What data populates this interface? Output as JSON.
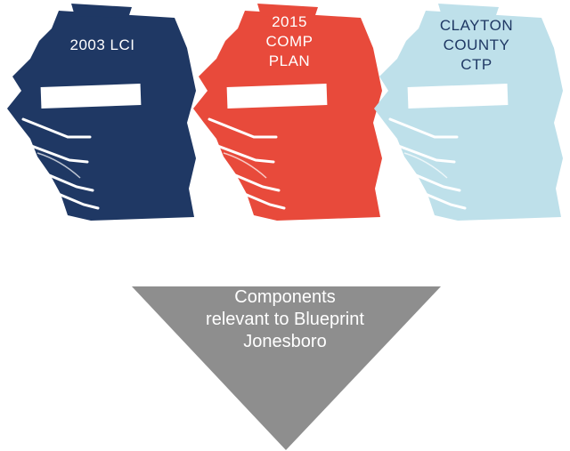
{
  "colors": {
    "book_1": "#1f3864",
    "book_2": "#e84a3b",
    "book_3": "#bee0ea",
    "book_1_text": "#ffffff",
    "book_2_text": "#ffffff",
    "book_3_text": "#1f3864",
    "arrow": "#8e8e8e",
    "arrow_text": "#ffffff"
  },
  "books": [
    {
      "label_lines": [
        "2003 LCI"
      ]
    },
    {
      "label_lines": [
        "2015",
        "COMP",
        "PLAN"
      ]
    },
    {
      "label_lines": [
        "CLAYTON",
        "COUNTY",
        "CTP"
      ]
    }
  ],
  "arrow": {
    "lines": [
      "Components",
      "relevant to Blueprint",
      "Jonesboro"
    ]
  }
}
